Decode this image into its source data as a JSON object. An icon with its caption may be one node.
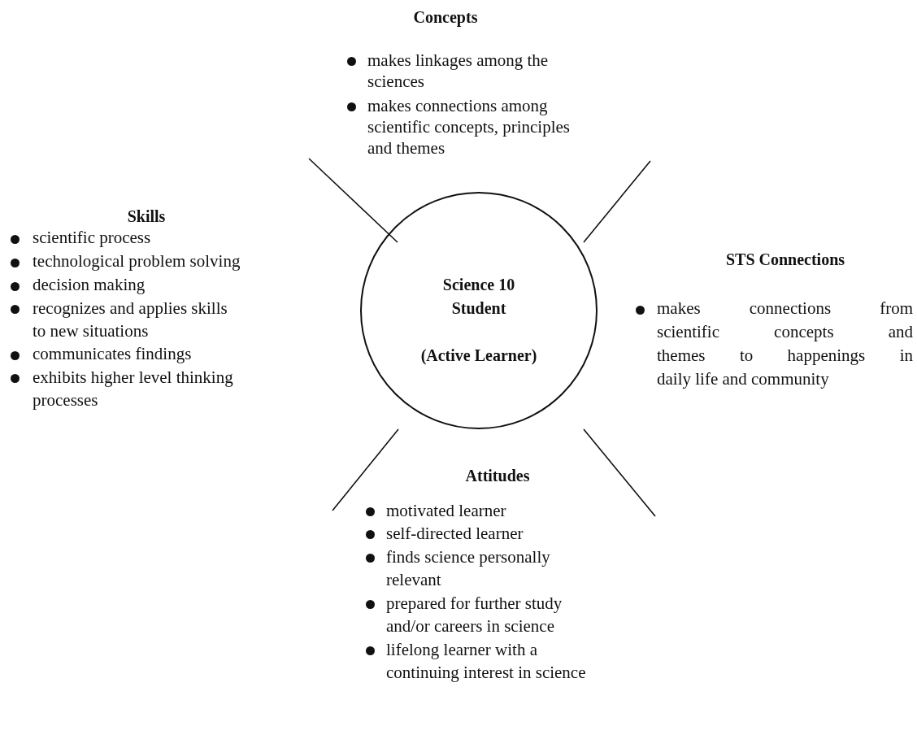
{
  "diagram": {
    "nodes": [
      {
        "text": [
          "Science 10 Student",
          "(Active Learner)"
        ]
      }
    ],
    "labels": [
      "Concepts",
      "makes linkages among the sciences",
      "makes connections among scientific concepts, principles and themes",
      "Skills",
      "scientific process",
      "technological problem solving",
      "decision making",
      "recognizes and applies skills to new situations",
      "communicates findings",
      "exhibits higher level thinking processes",
      "STS Connections",
      "makes connections from scientific concepts and themes to happenings in daily life and community",
      "Attitudes",
      "motivated learner",
      "self-directed learner",
      "finds science personally relevant",
      "prepared for further study and/or careers in science",
      "lifelong learner with a continuing interest in science"
    ]
  }
}
